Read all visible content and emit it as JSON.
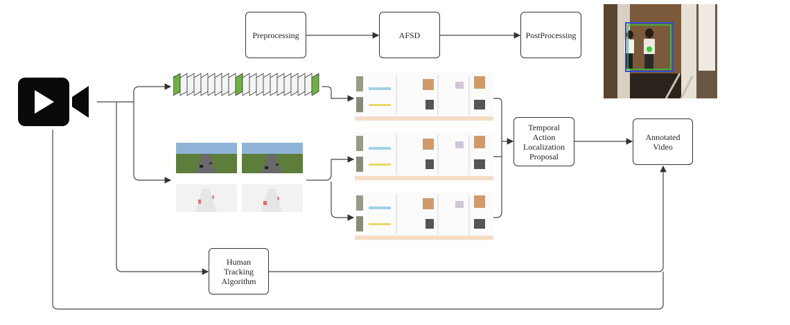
{
  "boxes": {
    "preprocessing": "Preprocessing",
    "afsd": "AFSD",
    "postprocessing": "PostProcessing",
    "temporal": "Temporal\nAction\nLocalization\nProposal",
    "annotated": "Annotated\nVideo",
    "tracking": "Human\nTracking\nAlgorithm"
  },
  "icons": {
    "camera": "video-camera-icon"
  },
  "colors": {
    "frame_highlight": "#6db33f",
    "tracking_box_outer": "#2a4fd6",
    "tracking_box_inner": "#3cc43c",
    "tracking_dot": "#28d428"
  }
}
